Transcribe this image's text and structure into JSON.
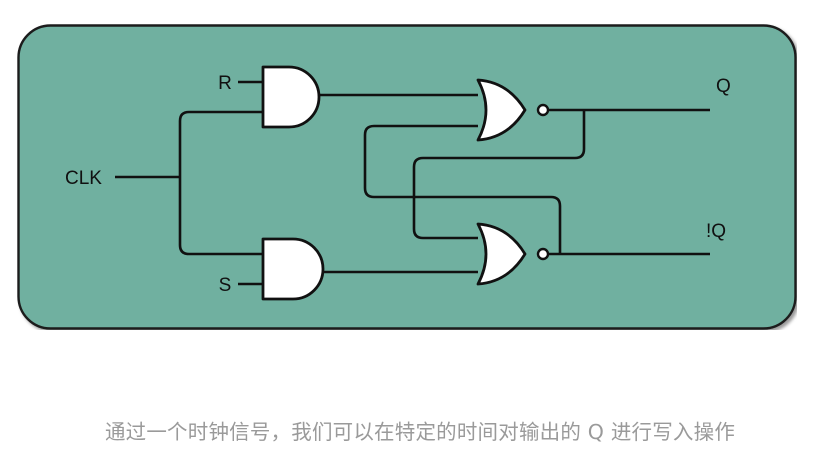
{
  "figure": {
    "title": "clocked-sr-latch-diagram",
    "panel_color": "#6fb0a0",
    "panel_border_color": "#1a1a1a",
    "wire_color": "#111111",
    "gate_fill": "#ffffff",
    "caption": "通过一个时钟信号，我们可以在特定的时间对输出的 Q 进行写入操作",
    "caption_color": "#9a9a9a"
  },
  "labels": {
    "input_r": "R",
    "input_clk": "CLK",
    "input_s": "S",
    "output_q": "Q",
    "output_not_q": "!Q"
  },
  "gates": [
    {
      "id": "and-top",
      "type": "AND",
      "inputs": [
        "R",
        "CLK"
      ],
      "output": "and-top-out"
    },
    {
      "id": "and-bottom",
      "type": "AND",
      "inputs": [
        "S",
        "CLK"
      ],
      "output": "and-bottom-out"
    },
    {
      "id": "nor-top",
      "type": "NOR",
      "inputs": [
        "and-top-out",
        "!Q"
      ],
      "output": "Q"
    },
    {
      "id": "nor-bottom",
      "type": "NOR",
      "inputs": [
        "Q",
        "and-bottom-out"
      ],
      "output": "!Q"
    }
  ]
}
